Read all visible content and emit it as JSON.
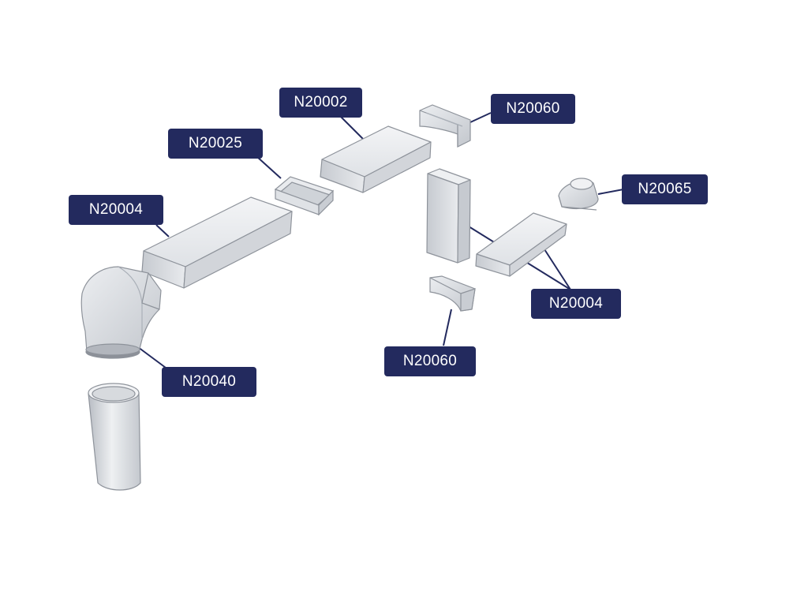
{
  "colors": {
    "label_bg": "#232a5e",
    "label_text": "#ffffff",
    "leader_line": "#232a5e",
    "part_fill": "#dadde2",
    "part_edge": "#8e939b"
  },
  "labels": {
    "n20002": "N20002",
    "n20025": "N20025",
    "n20004_left": "N20004",
    "n20040": "N20040",
    "n20060_top": "N20060",
    "n20065": "N20065",
    "n20004_right": "N20004",
    "n20060_bottom": "N20060"
  }
}
